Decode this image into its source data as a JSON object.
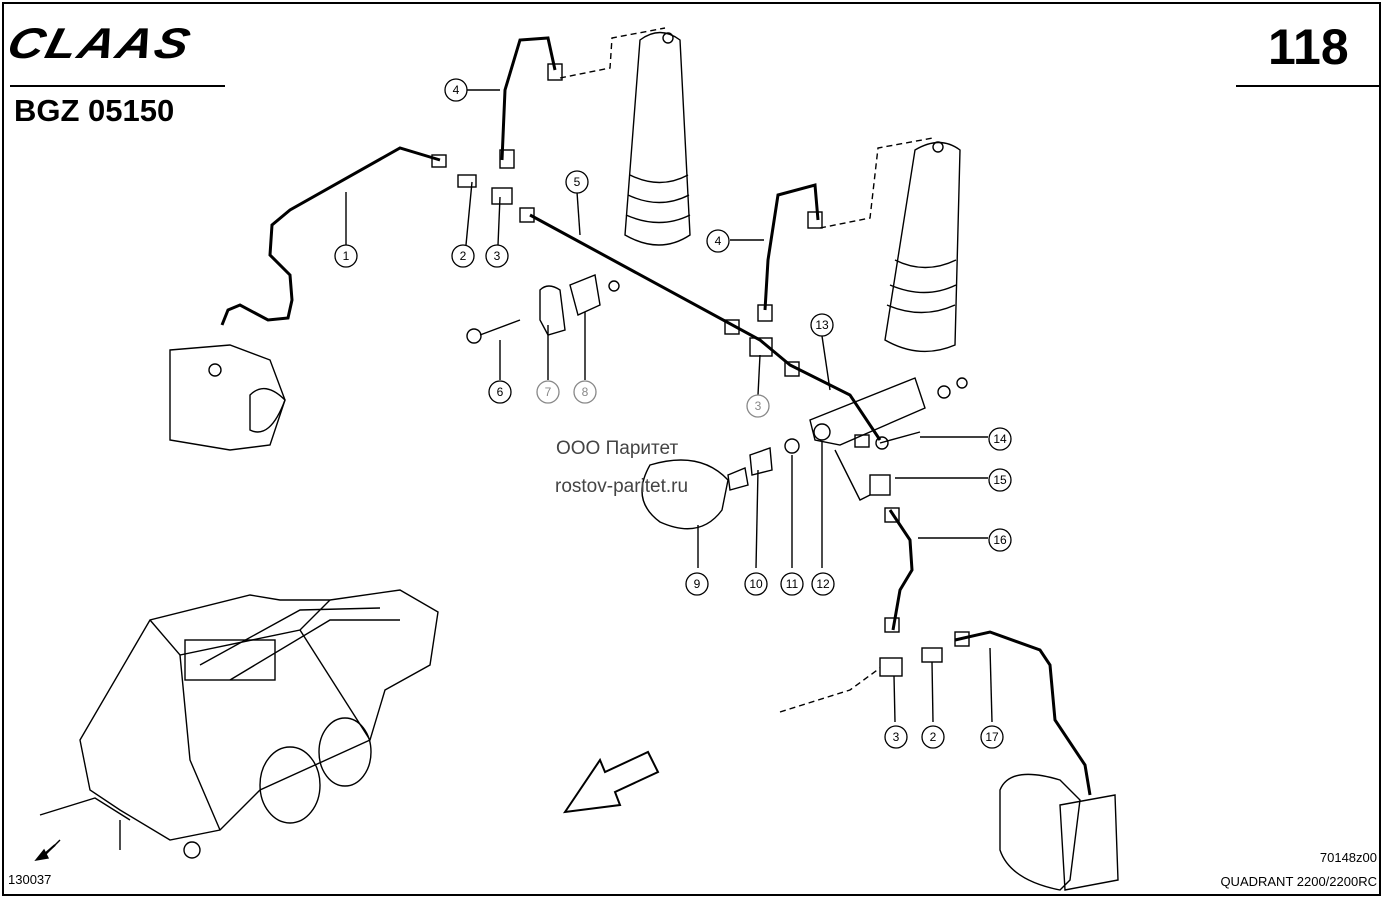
{
  "header": {
    "logo": "CLAAS",
    "doc_code": "BGZ 05150",
    "page_number": "118"
  },
  "watermark": {
    "line1": "ООО Паритет",
    "line2": "rostov-paritet.ru"
  },
  "footer": {
    "left_code": "130037",
    "drawing_id": "70148z00",
    "model": "QUADRANT 2200/2200RC"
  },
  "callouts": [
    {
      "label": "1",
      "grey": false
    },
    {
      "label": "2",
      "grey": false
    },
    {
      "label": "3",
      "grey": false
    },
    {
      "label": "4",
      "grey": false
    },
    {
      "label": "5",
      "grey": false
    },
    {
      "label": "4",
      "grey": false
    },
    {
      "label": "6",
      "grey": false
    },
    {
      "label": "7",
      "grey": true
    },
    {
      "label": "8",
      "grey": true
    },
    {
      "label": "3",
      "grey": true
    },
    {
      "label": "13",
      "grey": false
    },
    {
      "label": "14",
      "grey": false
    },
    {
      "label": "15",
      "grey": false
    },
    {
      "label": "16",
      "grey": false
    },
    {
      "label": "9",
      "grey": false
    },
    {
      "label": "10",
      "grey": false
    },
    {
      "label": "11",
      "grey": false
    },
    {
      "label": "12",
      "grey": false
    },
    {
      "label": "3",
      "grey": false
    },
    {
      "label": "2",
      "grey": false
    },
    {
      "label": "17",
      "grey": false
    }
  ]
}
